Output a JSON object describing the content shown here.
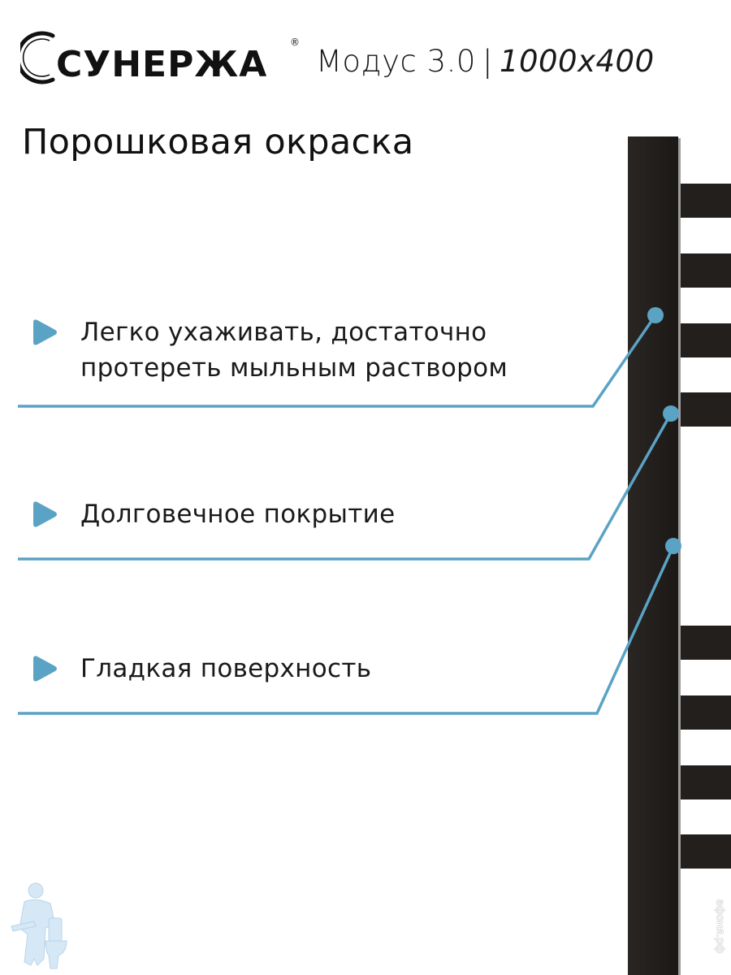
{
  "brand": {
    "name": "СУНЕРЖА",
    "registered": "®"
  },
  "header": {
    "model": "Модус 3.0",
    "separator": "|",
    "size": "1000x400"
  },
  "heading": "Порошковая окраска",
  "features": [
    {
      "icon": "play-bullet-icon",
      "lines": [
        "Легко ухаживать, достаточно",
        "протереть мыльным раствором"
      ]
    },
    {
      "icon": "play-bullet-icon",
      "lines": [
        "Долговечное покрытие"
      ]
    },
    {
      "icon": "play-bullet-icon",
      "lines": [
        "Гладкая поверхность"
      ]
    }
  ],
  "watermark": "афоня.рф",
  "colors": {
    "accent": "#5aa3c4",
    "rail": "#231f1d",
    "text": "#1a1a1a",
    "mascot": "#cfe3f2"
  }
}
